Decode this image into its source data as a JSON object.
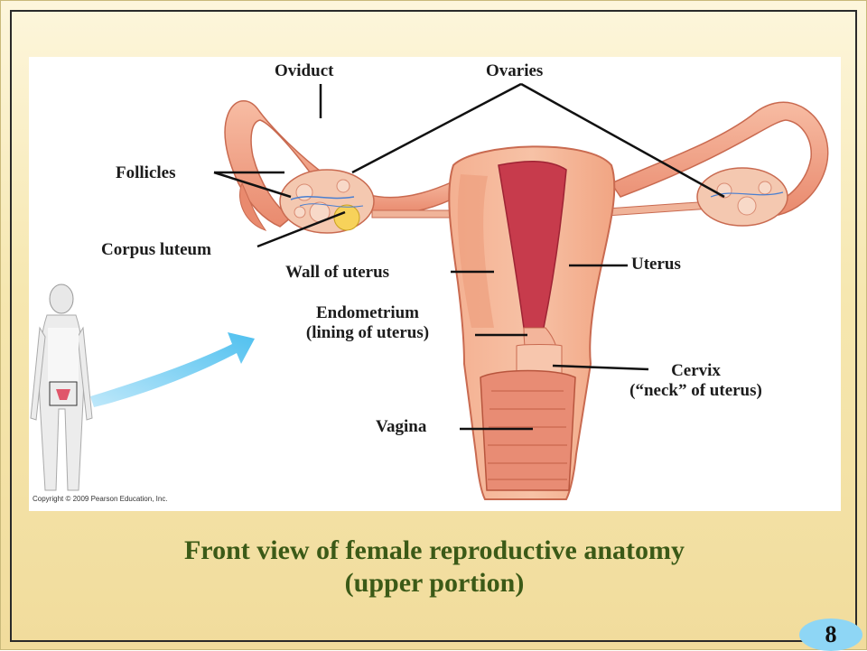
{
  "figure": {
    "labels": {
      "oviduct": "Oviduct",
      "ovaries": "Ovaries",
      "follicles": "Follicles",
      "corpus_luteum": "Corpus luteum",
      "wall_of_uterus": "Wall of uterus",
      "uterus": "Uterus",
      "endometrium_line1": "Endometrium",
      "endometrium_line2": "(lining of uterus)",
      "cervix_line1": "Cervix",
      "cervix_line2": "(“neck” of uterus)",
      "vagina": "Vagina"
    },
    "copyright": "Copyright © 2009 Pearson Education, Inc."
  },
  "caption": {
    "line1": "Front view of female reproductive anatomy",
    "line2": "(upper portion)"
  },
  "slide_number": "8",
  "colors": {
    "background": "#f6e7b0",
    "caption": "#3b5a17",
    "tissue": "#f2a98a",
    "tissue_dark": "#d9735a",
    "arrow": "#7ccff3",
    "slide_number_bg": "#8ed6f5"
  }
}
